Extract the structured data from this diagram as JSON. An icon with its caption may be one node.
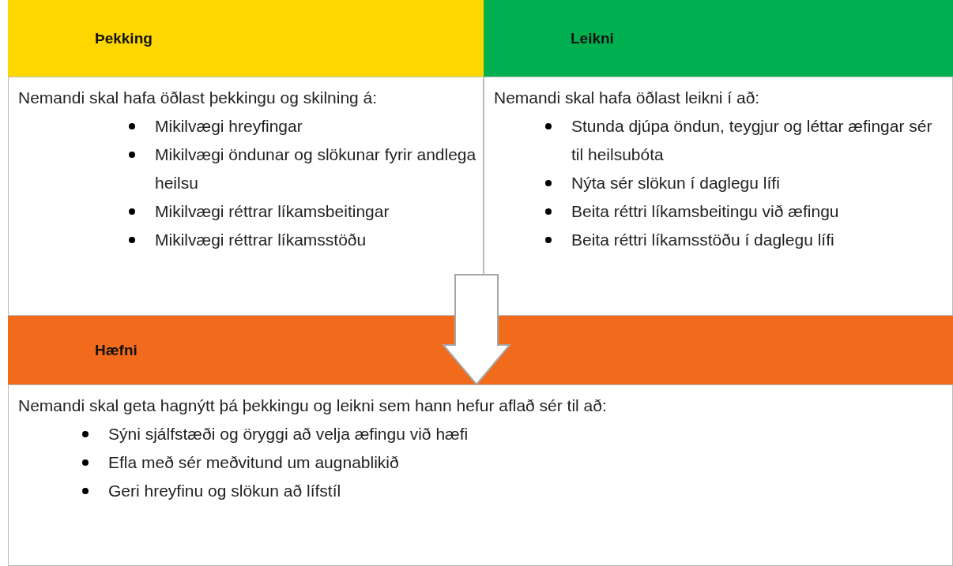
{
  "diagram": {
    "nodes": [
      {
        "text": [
          "Þekking"
        ]
      },
      {
        "text": [
          "Nemandi skal hafa öðlast þekkingu og skilning á:",
          "Mikilvægi hreyfingar",
          "Mikilvægi öndunar og slökunar fyrir andlega heilsu",
          "Mikilvægi réttrar líkamsbeitingar",
          "Mikilvægi réttrar líkamsstöðu"
        ]
      },
      {
        "text": [
          "Leikni"
        ]
      },
      {
        "text": [
          "Nemandi skal hafa öðlast leikni í að:",
          "Stunda djúpa öndun, teygjur og léttar æfingar sér til heilsubóta",
          "Nýta sér slökun í daglegu lífi",
          "Beita réttri líkamsbeitingu við æfingu",
          "Beita réttri líkamsstöðu í daglegu lífi"
        ]
      },
      {
        "text": [
          "Hæfni"
        ]
      },
      {
        "text": [
          "Nemandi skal geta hagnýtt þá þekkingu og leikni sem hann hefur aflað sér til að:",
          "Sýni sjálfstæði og öryggi að velja æfingu við hæfi",
          "Efla með sér meðvitund um augnablikið",
          "Geri hreyfinu og slökun að lífstíl"
        ]
      }
    ],
    "edges": [
      {
        "from": null,
        "to": 4,
        "arrow": "to",
        "style": "thick"
      }
    ]
  }
}
